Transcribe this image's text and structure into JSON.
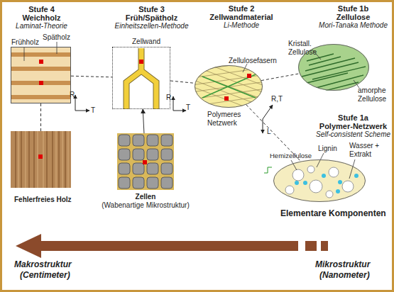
{
  "diagram": {
    "nodes": [
      {
        "text": [
          "Stufe 4",
          "Weichholz",
          "Laminat-Theorie"
        ]
      },
      {
        "text": [
          "Stufe 3",
          "Früh/Spätholz",
          "Einheitszellen-Methode",
          "Zellwand"
        ]
      },
      {
        "text": [
          "Stufe 2",
          "Zellwandmaterial",
          "Li-Methode",
          "Zellulosefasern",
          "Polymeres Netzwerk"
        ]
      },
      {
        "text": [
          "Stufe 1b",
          "Zellulose",
          "Mori-Tanaka Methode",
          "Kristall. Zellulose",
          "amorphe Zellulose"
        ]
      },
      {
        "text": [
          "Stufe 1a",
          "Polymer-Netzwerk",
          "Self-consistent Scheme",
          "Hemizellulose",
          "Lignin",
          "Wasser + Extrakt",
          "Elementare Komponenten"
        ]
      },
      {
        "text": [
          "Fehlerfreies Holz"
        ]
      },
      {
        "text": [
          "Zellen",
          "(Wabenartige Mikrostruktur)"
        ]
      }
    ],
    "edges": [
      {
        "from": 0,
        "to": 1,
        "arrow": "none"
      },
      {
        "from": 0,
        "to": 5,
        "arrow": "none"
      },
      {
        "from": 1,
        "to": 2,
        "arrow": "none"
      },
      {
        "from": 2,
        "to": 3,
        "arrow": "none"
      },
      {
        "from": 2,
        "to": 4,
        "arrow": "none"
      },
      {
        "from": 6,
        "to": 1,
        "arrow": "to"
      }
    ],
    "labels": [
      "Frühholz",
      "Spätholz",
      "R",
      "T",
      "R",
      "T",
      "R,T",
      "L",
      "Makrostruktur",
      "(Centimeter)",
      "Mikrostruktur",
      "(Nanometer)"
    ]
  }
}
